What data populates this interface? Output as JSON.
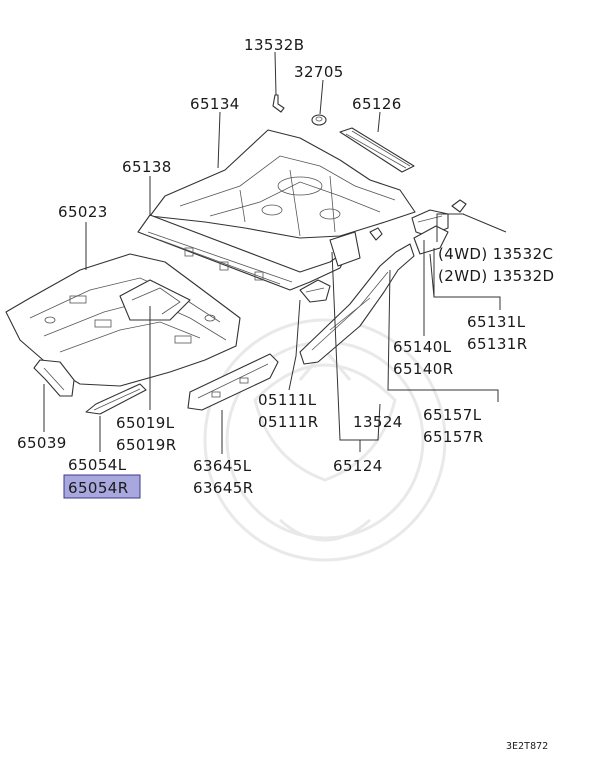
{
  "labels": {
    "p13532B": "13532B",
    "p32705": "32705",
    "p65134": "65134",
    "p65126": "65126",
    "p65138": "65138",
    "p65023": "65023",
    "p4wd": "(4WD) 13532C",
    "p2wd": "(2WD) 13532D",
    "p65131L": "65131L",
    "p65131R": "65131R",
    "p65140L": "65140L",
    "p65140R": "65140R",
    "p65019L": "65019L",
    "p65019R": "65019R",
    "p05111L": "05111L",
    "p05111R": "05111R",
    "p13524": "13524",
    "p65157L": "65157L",
    "p65157R": "65157R",
    "p65039": "65039",
    "p65054L": "65054L",
    "p65054R": "65054R",
    "p63645L": "63645L",
    "p63645R": "63645R",
    "p65124": "65124"
  },
  "highlight": {
    "selected_part": "65054R",
    "color": "#a8a8de"
  },
  "diagram_code": "3E2T872"
}
